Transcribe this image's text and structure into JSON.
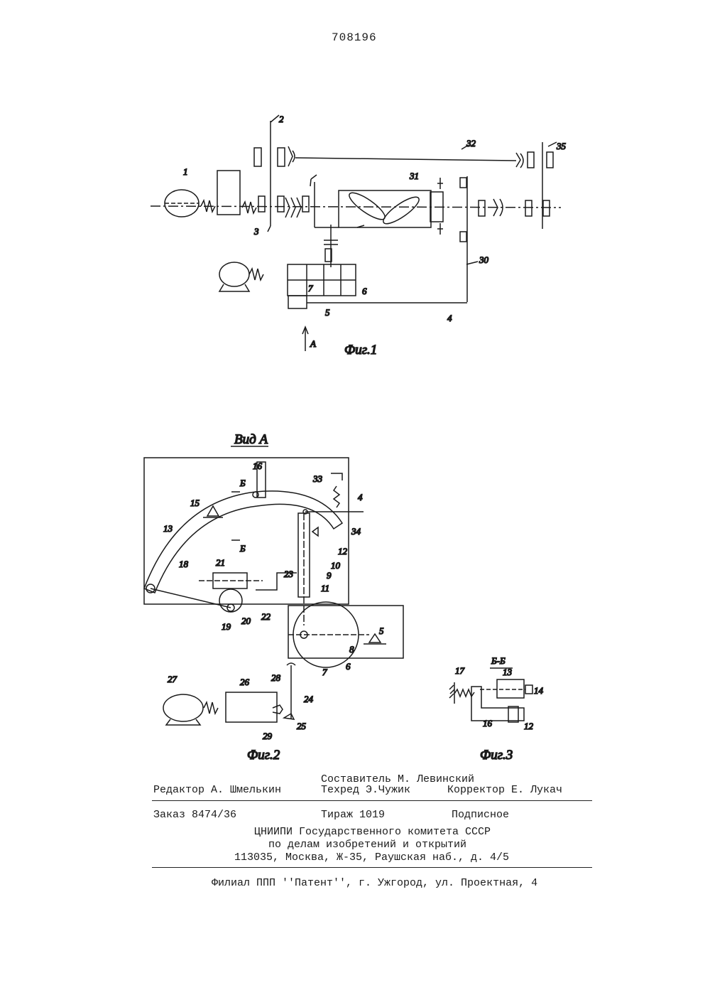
{
  "page_number": "708196",
  "figures": {
    "fig1": {
      "caption": "Фиг.1",
      "view_marker": "A",
      "labels": [
        "1",
        "2",
        "3",
        "4",
        "5",
        "6",
        "7",
        "30",
        "31",
        "32",
        "35"
      ]
    },
    "fig2": {
      "caption": "Фиг.2",
      "view_title": "Вид А",
      "section_marker": "Б",
      "labels": [
        "4",
        "5",
        "6",
        "7",
        "8",
        "9",
        "10",
        "11",
        "12",
        "13",
        "15",
        "16",
        "18",
        "19",
        "20",
        "21",
        "22",
        "23",
        "24",
        "25",
        "26",
        "27",
        "28",
        "29",
        "33",
        "34"
      ]
    },
    "fig3": {
      "caption": "Фиг.3",
      "section_title": "Б-Б",
      "labels": [
        "12",
        "13",
        "14",
        "16",
        "17"
      ]
    }
  },
  "imprint": {
    "compiler": "Составитель М. Левинский",
    "editor": "Редактор А. Шмелькин",
    "techred": "Техред Э.Чужик",
    "corrector": "Корректор Е. Лукач",
    "order": "Заказ 8474/36",
    "circulation": "Тираж 1019",
    "subscription": "Подписное",
    "org_line1": "ЦНИИПИ Государственного комитета СССР",
    "org_line2": "по делам изобретений и открытий",
    "org_address": "113035, Москва, Ж-35, Раушская наб., д. 4/5",
    "branch": "Филиал ППП ''Патент'', г. Ужгород, ул. Проектная, 4"
  }
}
